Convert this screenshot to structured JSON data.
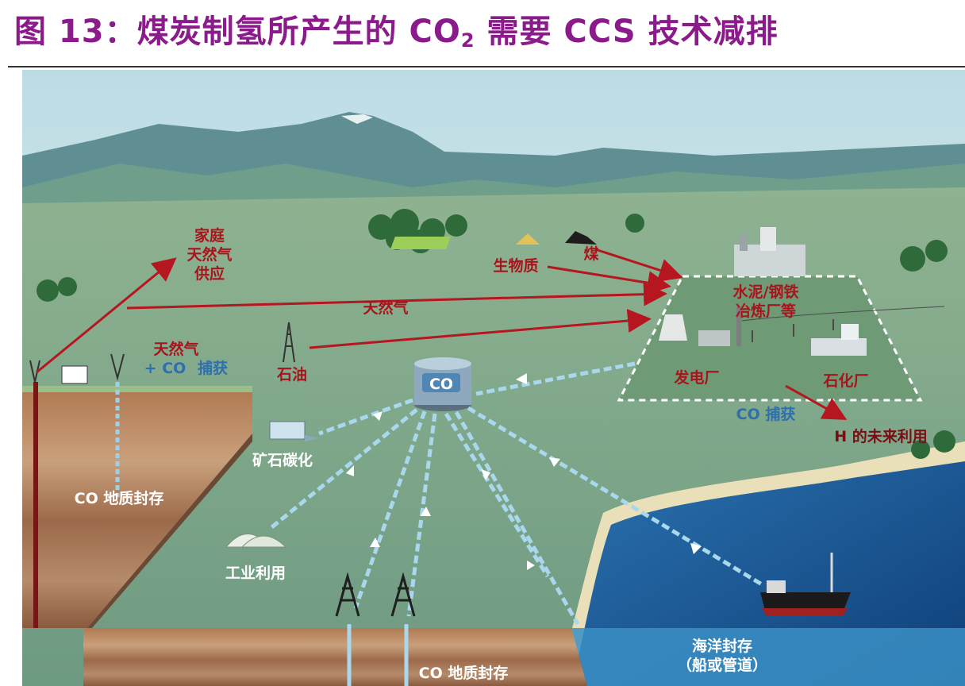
{
  "title": {
    "prefix": "图 13：煤炭制氢所产生的 CO",
    "sub": "2",
    "suffix": " 需要 CCS 技术减排"
  },
  "labels": {
    "household": [
      "家庭",
      "天然气",
      "供应"
    ],
    "natural_gas": "天然气",
    "gas_capture": [
      "天然气",
      "+ CO",
      "捕获"
    ],
    "oil": "石油",
    "biomass": "生物质",
    "coal": "煤",
    "cement_steel": [
      "水泥/钢铁",
      "冶炼厂等"
    ],
    "power_plant": "发电厂",
    "petrochem": "石化厂",
    "co2_capture": "CO 捕获",
    "h2_future": "H 的未来利用",
    "co2_hub": "CO",
    "mineral": "矿石碳化",
    "geo_storage_left": "CO 地质封存",
    "industrial": "工业利用",
    "geo_storage_bottom": "CO 地质封存",
    "ocean": [
      "海洋封存",
      "（船或管道）"
    ]
  },
  "colors": {
    "title": "#8b1a8b",
    "red_label": "#a8141c",
    "blue_label": "#2e6fae",
    "sky": "#d9ecf0",
    "land": "#7aa287",
    "sea": "#1e5f9c"
  }
}
